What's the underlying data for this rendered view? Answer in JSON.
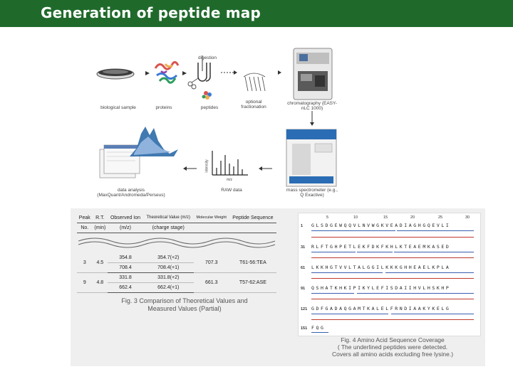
{
  "title": "Generation of peptide map",
  "workflow": {
    "labels": {
      "digestion": "digestion",
      "biological_sample": "biological sample",
      "proteins": "proteins",
      "peptides": "peptides",
      "fractionation": "optional fractionation",
      "chromatography": "chromatography (EASY-nLC 1000)",
      "mass_spec": "mass spectrometer (e.g., Q Exactive)",
      "raw_data": "RAW data",
      "data_analysis": "data analysis (MaxQuant/Andromeda/Perseus)",
      "intensity": "intensity",
      "mz": "m/z"
    }
  },
  "table": {
    "headers": [
      "Peak",
      "R.T.",
      "Observed Ion",
      "Theoretical Value (m/z)",
      "Molecular Weight",
      "Peptide Sequence"
    ],
    "subheaders": [
      "No.",
      "(min)",
      "(m/z)",
      "(charge stage)",
      "",
      ""
    ],
    "rows": [
      {
        "peak": "3",
        "rt": "4.5",
        "obs1": "354.8",
        "theo1": "354.7(+2)",
        "obs2": "708.4",
        "theo2": "708.4(+1)",
        "mw": "707.3",
        "seq": "T61-56:TEA"
      },
      {
        "peak": "9",
        "rt": "4.8",
        "obs1": "331.8",
        "theo1": "331.8(+2)",
        "obs2": "662.4",
        "theo2": "662.4(+1)",
        "mw": "661.3",
        "seq": "T57-62:ASE"
      }
    ],
    "caption_line1": "Fig. 3 Comparison of Theoretical Values and",
    "caption_line2": "Measured Values (Partial)"
  },
  "coverage": {
    "positions": [
      "5",
      "10",
      "15",
      "20",
      "25",
      "30"
    ],
    "rows": [
      {
        "idx": "1",
        "seq": "GLSDGEWQQVLNVWGKVEADIAGHGQEVLI"
      },
      {
        "idx": "31",
        "seq": "RLFTGHPETLEKFDKFKHLKTEAEMKASED"
      },
      {
        "idx": "61",
        "seq": "LKKHGTVVLTALGGILKKKGHHEAELKPLA"
      },
      {
        "idx": "91",
        "seq": "QSHATKHKIPIKYLEFISDAIIHVLHSKHP"
      },
      {
        "idx": "121",
        "seq": "GDFGADAQGAMTKALELFRNDIAAKYKELG"
      },
      {
        "idx": "151",
        "seq": "FQG"
      }
    ],
    "caption_line1": "Fig. 4 Amino Acid Sequence Coverage",
    "caption_line2": "( The underlined peptides were detected.",
    "caption_line3": "Covers all amino acids excluding free lysine.)"
  },
  "colors": {
    "title_bar": "#1f6a2b",
    "coverage_blue": "#3a5fb0",
    "coverage_red": "#c0392b",
    "instrument_blue": "#2a6db5"
  }
}
